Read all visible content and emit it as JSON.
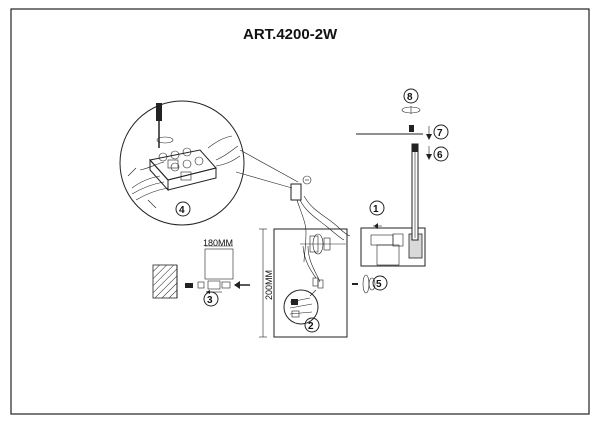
{
  "title": "ART.4200-2W",
  "dimensions": {
    "width_label": "180MM",
    "height_label": "200MM"
  },
  "steps": [
    "1",
    "2",
    "3",
    "4",
    "5",
    "6",
    "7",
    "8"
  ],
  "icons": [
    "screwdriver-icon",
    "wire-connector-icon",
    "wall-anchor-icon",
    "screw-icon",
    "lamp-arm-icon"
  ],
  "colors": {
    "line": "#222222",
    "fill": "#d9d9d9",
    "background": "#ffffff"
  }
}
